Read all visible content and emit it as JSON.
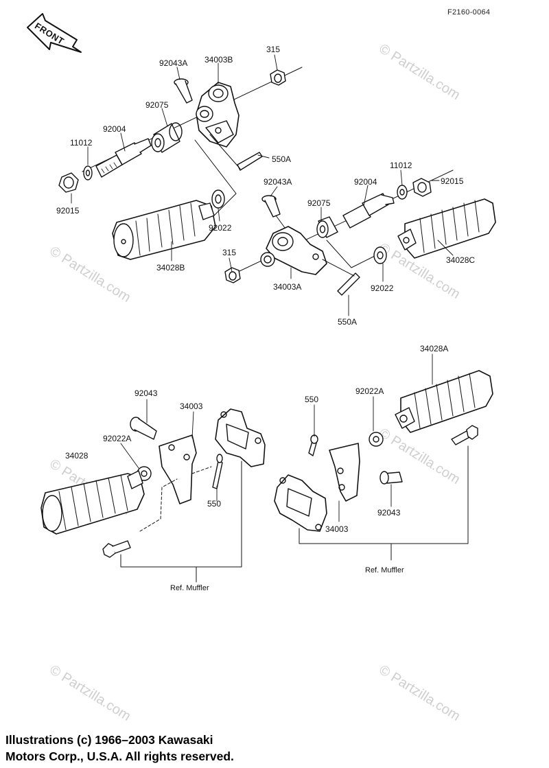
{
  "diagram_code": "F2160-0064",
  "front_label": "FRONT",
  "watermark": "© Partzilla.com",
  "parts": {
    "p92043A_top": "92043A",
    "p34003B": "34003B",
    "p315_top": "315",
    "p92075_top": "92075",
    "p92004_top": "92004",
    "p11012_left": "11012",
    "p550A_top": "550A",
    "p92015_left": "92015",
    "p92022_left": "92022",
    "p34028B": "34028B",
    "p92043A_mid": "92043A",
    "p92004_mid": "92004",
    "p11012_right": "11012",
    "p92015_right": "92015",
    "p92075_mid": "92075",
    "p315_mid": "315",
    "p34003A": "34003A",
    "p92022_right": "92022",
    "p34028C": "34028C",
    "p550A_mid": "550A",
    "p34028A": "34028A",
    "p92043_left": "92043",
    "p34003_left": "34003",
    "p92022A_left": "92022A",
    "p34028": "34028",
    "p550_left": "550",
    "p550_right": "550",
    "p92022A_right": "92022A",
    "p92043_right": "92043",
    "p34003_right": "34003",
    "ref_muffler_left": "Ref.  Muffler",
    "ref_muffler_right": "Ref.  Muffler"
  },
  "copyright": {
    "line1": "Illustrations (c) 1966–2003 Kawasaki",
    "line2": "Motors Corp., U.S.A.  All rights reserved."
  }
}
